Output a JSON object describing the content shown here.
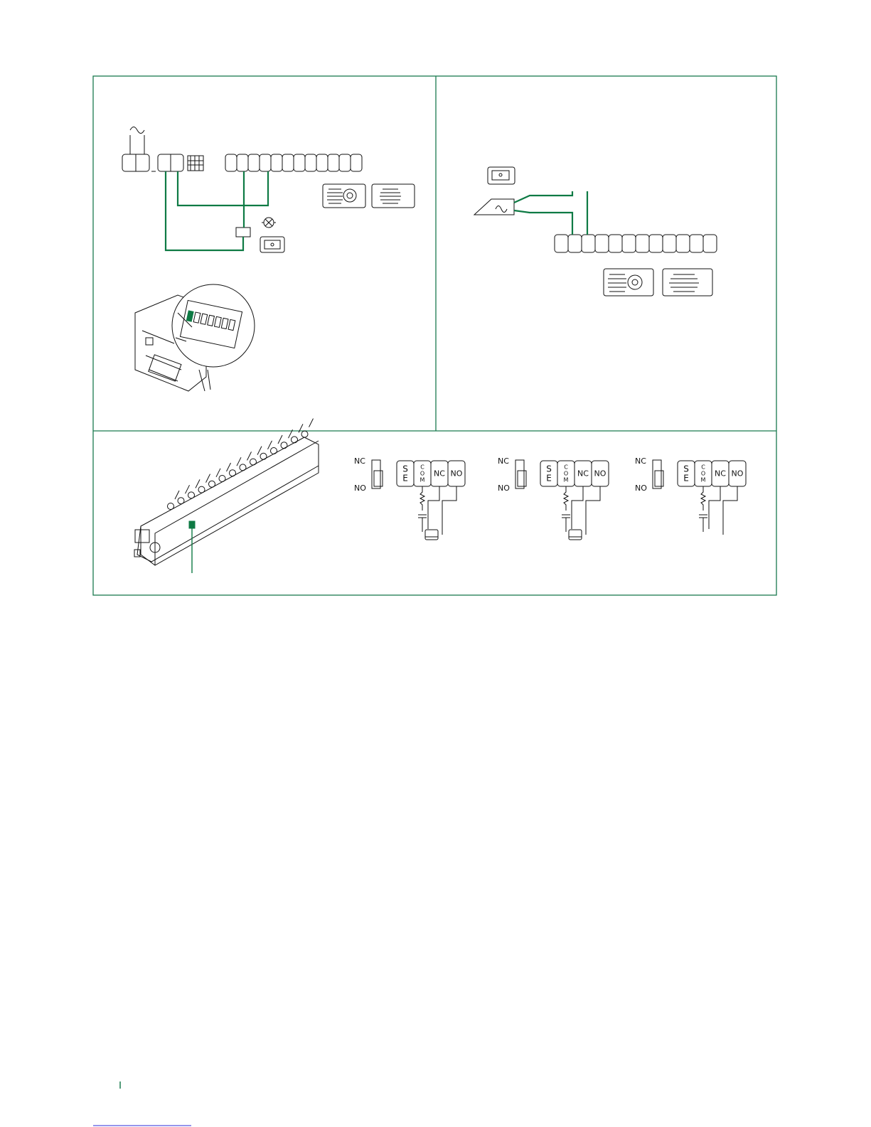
{
  "colors": {
    "frame": "#1a7a4f",
    "wire": "#0e7a44",
    "ink": "#111111",
    "link": "#2b2bd9",
    "page_marker": "#1a7a4f"
  },
  "panel_bottom": {
    "relay_variants": [
      {
        "jumper_top": "NC",
        "jumper_bottom": "NO",
        "terminals": [
          "S E",
          "C O M",
          "NC",
          "NO"
        ]
      },
      {
        "jumper_top": "NC",
        "jumper_bottom": "NO",
        "terminals": [
          "S E",
          "C O M",
          "NC",
          "NO"
        ]
      },
      {
        "jumper_top": "NC",
        "jumper_bottom": "NO",
        "terminals": [
          "S E",
          "C O M",
          "NC",
          "NO"
        ]
      }
    ]
  },
  "icons": {
    "ac_supply": "ac-sine-icon",
    "lamp": "lamp-icon",
    "lock": "lock-icon",
    "relay": "relay-icon",
    "keypad": "keypad-icon",
    "speaker_module": "speaker-module-icon",
    "dip_switch": "dip-switch-icon",
    "terminal_block": "terminal-block-icon"
  }
}
